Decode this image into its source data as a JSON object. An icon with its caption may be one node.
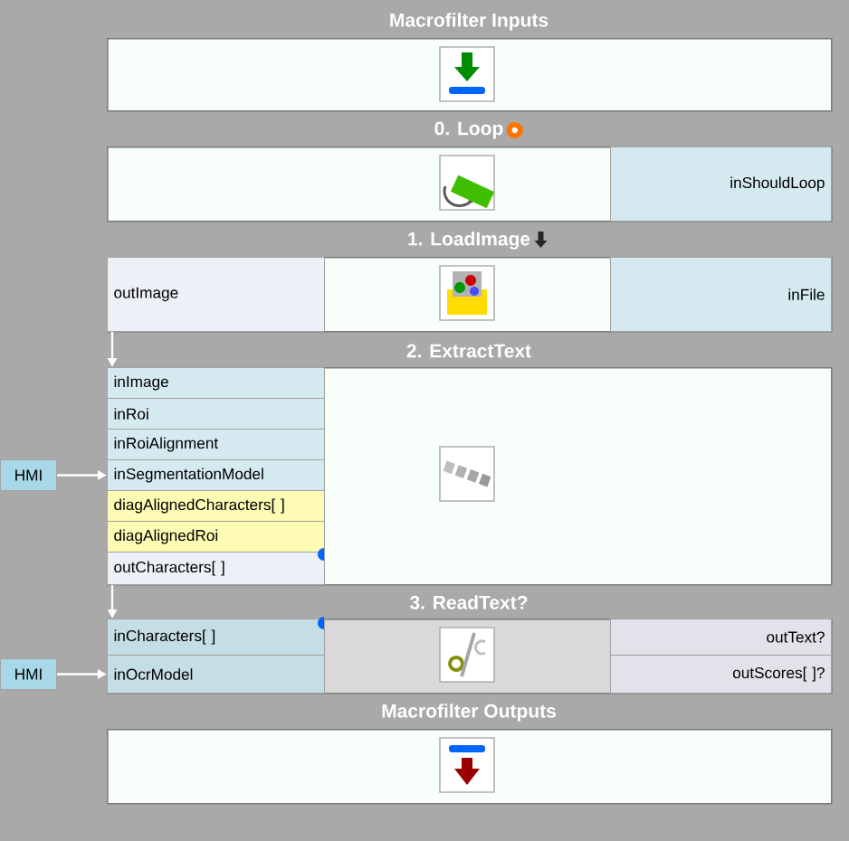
{
  "diagram": {
    "nodes": [
      {
        "text": [
          "Macrofilter Inputs"
        ]
      },
      {
        "text": [
          "0. Loop"
        ]
      },
      {
        "text": [
          "inShouldLoop"
        ],
        "in": 1
      },
      {
        "text": [
          "1. LoadImage"
        ]
      },
      {
        "text": [
          "outImage"
        ],
        "in": 3
      },
      {
        "text": [
          "inFile"
        ],
        "in": 3
      },
      {
        "text": [
          "2. ExtractText"
        ]
      },
      {
        "text": [
          "inImage"
        ],
        "in": 6
      },
      {
        "text": [
          "inRoi"
        ],
        "in": 6
      },
      {
        "text": [
          "inRoiAlignment"
        ],
        "in": 6
      },
      {
        "text": [
          "inSegmentationModel"
        ],
        "in": 6
      },
      {
        "text": [
          "diagAlignedCharacters[ ]"
        ],
        "in": 6
      },
      {
        "text": [
          "diagAlignedRoi"
        ],
        "in": 6
      },
      {
        "text": [
          "outCharacters[ ]"
        ],
        "in": 6
      },
      {
        "text": [
          "3. ReadText?"
        ]
      },
      {
        "text": [
          "inCharacters[ ]"
        ],
        "in": 14
      },
      {
        "text": [
          "inOcrModel"
        ],
        "in": 14
      },
      {
        "text": [
          "outText?"
        ],
        "in": 14
      },
      {
        "text": [
          "outScores[ ]?"
        ],
        "in": 14
      },
      {
        "text": [
          "Macrofilter Outputs"
        ]
      },
      {
        "text": [
          "HMI"
        ]
      },
      {
        "text": [
          "HMI"
        ]
      }
    ],
    "edges": [
      {
        "from": 4,
        "to": 7,
        "arrow": "to"
      },
      {
        "from": 20,
        "to": 10,
        "arrow": "to"
      },
      {
        "from": 13,
        "to": 15,
        "arrow": "to"
      },
      {
        "from": 21,
        "to": 16,
        "arrow": "to"
      }
    ]
  }
}
